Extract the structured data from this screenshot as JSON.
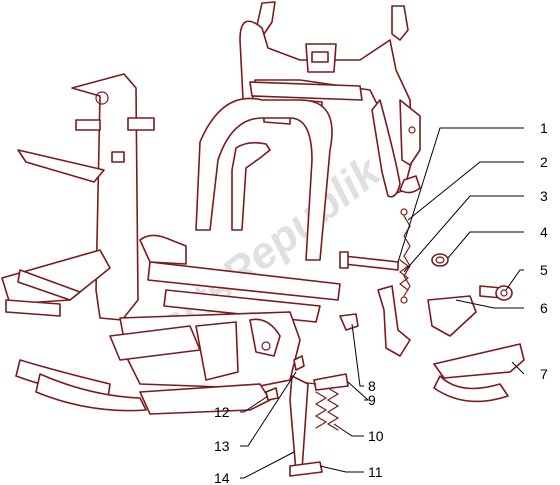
{
  "watermark": "PartsRepublik",
  "callouts": [
    "1",
    "2",
    "3",
    "4",
    "5",
    "6",
    "7",
    "8",
    "9",
    "10",
    "11",
    "12",
    "13",
    "14"
  ],
  "colors": {
    "line": "#7a1a1a",
    "leader": "#000000",
    "watermark": "#c8c8c8"
  }
}
